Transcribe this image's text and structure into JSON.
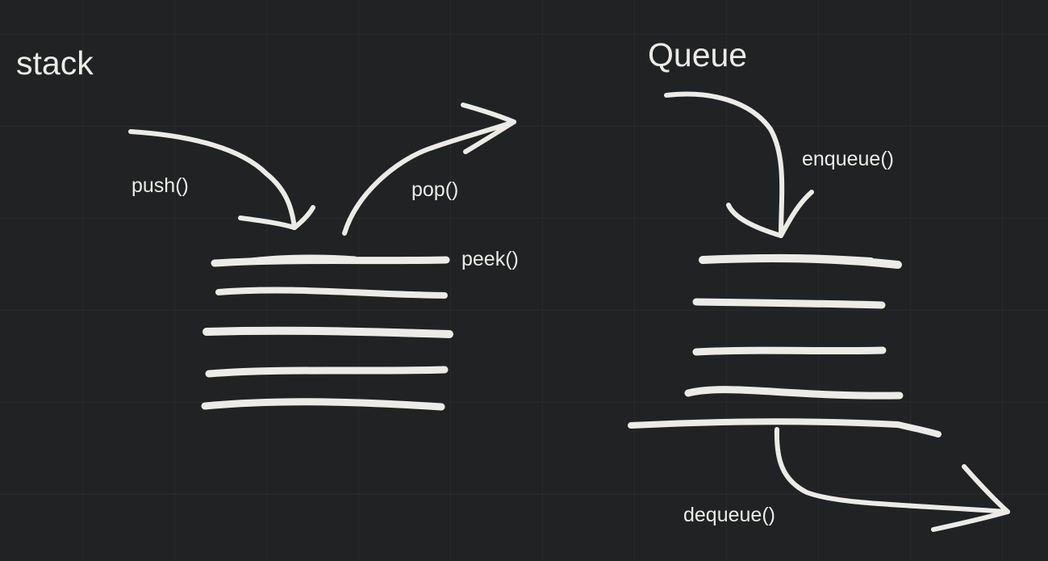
{
  "theme": {
    "background": "#202224",
    "ink": "#ecebe6",
    "grid": "#2b2e31"
  },
  "stack": {
    "title": "stack",
    "operations": {
      "push": "push()",
      "pop": "pop()",
      "peek": "peek()"
    }
  },
  "queue": {
    "title": "Queue",
    "operations": {
      "enqueue": "enqueue()",
      "dequeue": "dequeue()"
    }
  }
}
